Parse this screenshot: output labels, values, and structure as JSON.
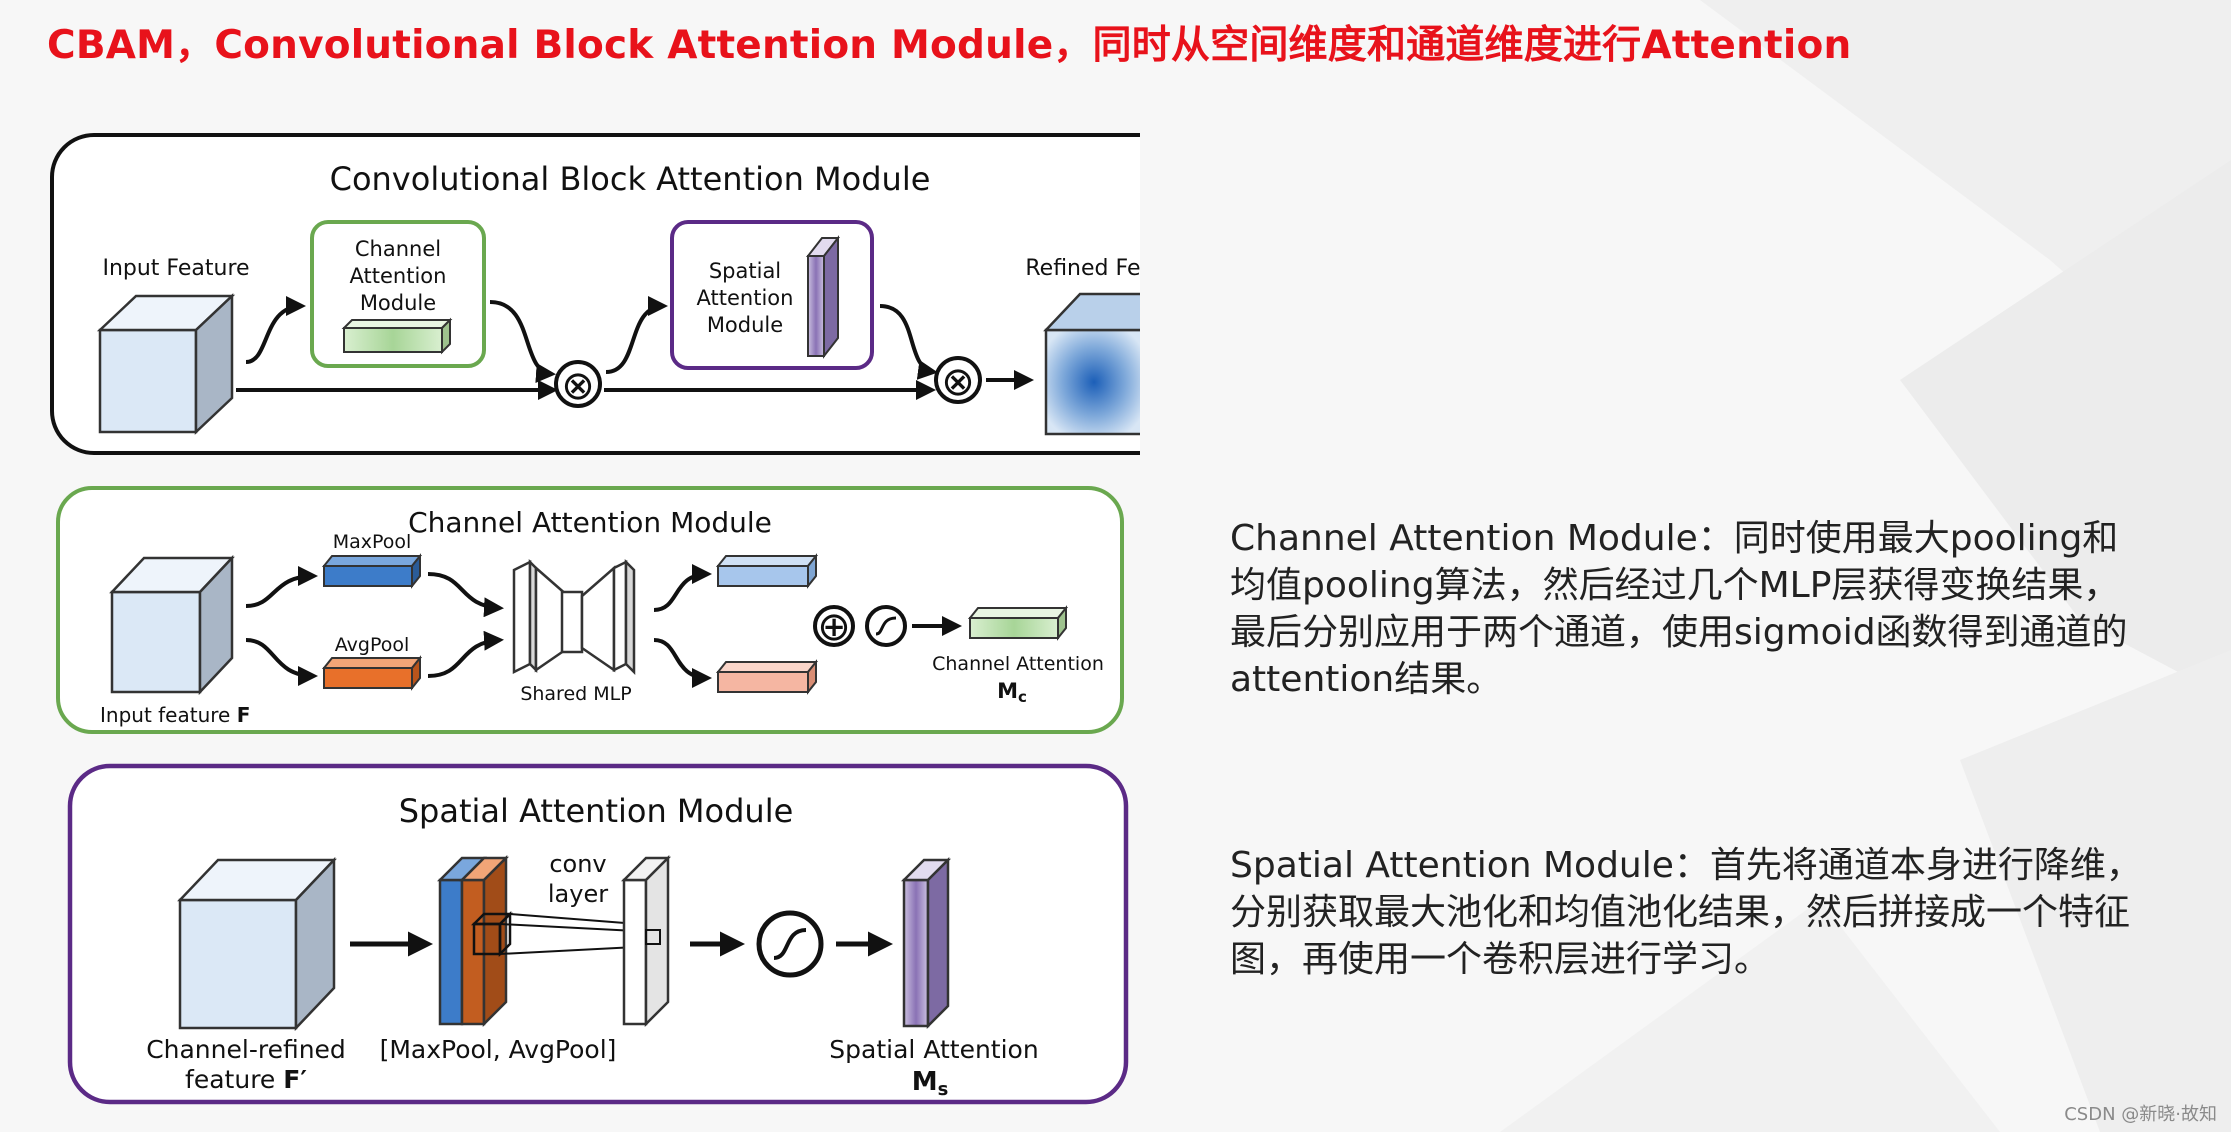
{
  "slide": {
    "title": "CBAM，Convolutional Block Attention Module，同时从空间维度和通道维度进行Attention",
    "watermark": "CSDN @新晓·故知"
  },
  "cbam_panel": {
    "title": "Convolutional Block Attention Module",
    "input_label": "Input Feature",
    "channel_box_label": [
      "Channel",
      "Attention",
      "Module"
    ],
    "spatial_box_label": [
      "Spatial",
      "Attention",
      "Module"
    ],
    "output_label": "Refined Feature",
    "multiply_symbol": "⊗"
  },
  "channel_panel": {
    "title": "Channel Attention Module",
    "maxpool_label": "MaxPool",
    "avgpool_label": "AvgPool",
    "input_label": "Input feature",
    "input_symbol": "F",
    "mlp_label": "Shared MLP",
    "output_label": "Channel Attention",
    "output_symbol": "M",
    "output_subscript": "c",
    "sum_symbol": "⊕"
  },
  "spatial_panel": {
    "title": "Spatial Attention Module",
    "conv_label": [
      "conv",
      "layer"
    ],
    "input_label": [
      "Channel-refined",
      "feature"
    ],
    "input_symbol": "F′",
    "pool_label": "[MaxPool, AvgPool]",
    "output_label": "Spatial Attention",
    "output_symbol": "M",
    "output_subscript": "s"
  },
  "descriptions": {
    "channel": [
      "Channel Attention Module：同时使用最大pooling和",
      "均值pooling算法，然后经过几个MLP层获得变换结果，",
      "最后分别应用于两个通道，使用sigmoid函数得到通道的",
      "attention结果。"
    ],
    "spatial": [
      "Spatial Attention Module：首先将通道本身进行降维，",
      "分别获取最大池化和均值池化结果，然后拼接成一个特征",
      "图，再使用一个卷积层进行学习。"
    ]
  },
  "colors": {
    "title_red": "#e8121b",
    "green_border": "#6aa84f",
    "purple_border": "#5b2a86",
    "maxpool_blue": "#3d7cc9",
    "avgpool_orange": "#e8702a"
  }
}
